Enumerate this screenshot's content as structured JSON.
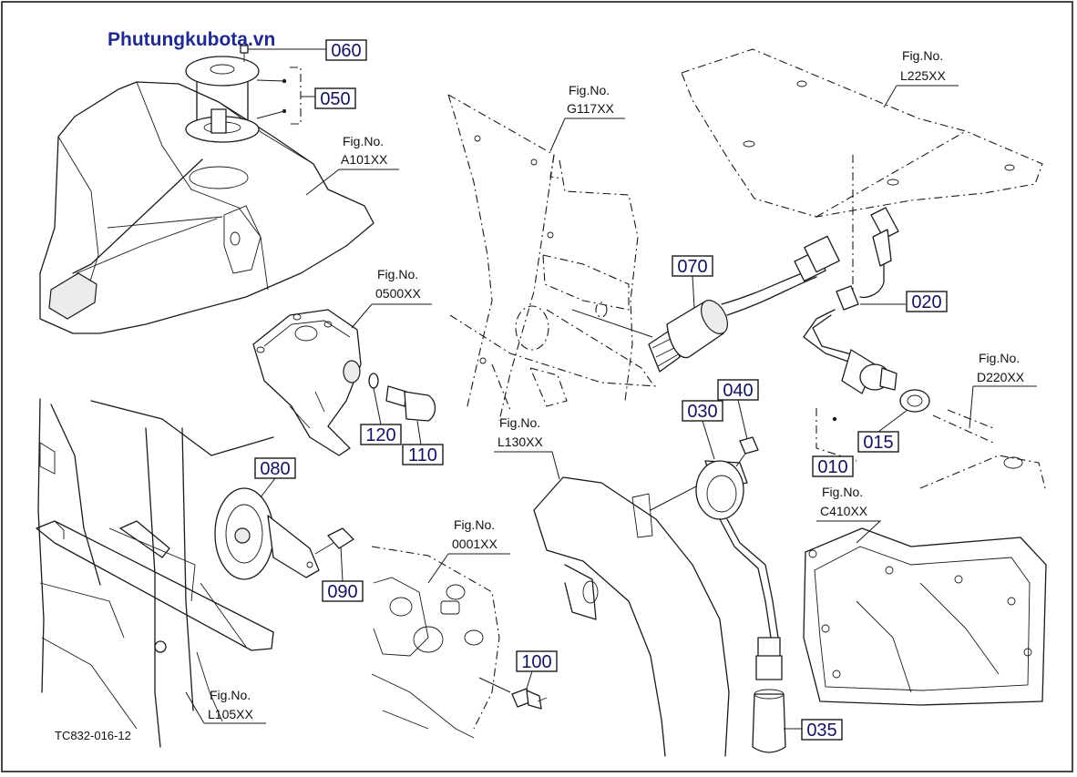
{
  "watermark": "Phutungkubota.vn",
  "drawing_code": "TC832-016-12",
  "callouts": [
    {
      "id": "060",
      "label": "060"
    },
    {
      "id": "050",
      "label": "050"
    },
    {
      "id": "070",
      "label": "070"
    },
    {
      "id": "020",
      "label": "020"
    },
    {
      "id": "120",
      "label": "120"
    },
    {
      "id": "110",
      "label": "110"
    },
    {
      "id": "040",
      "label": "040"
    },
    {
      "id": "030",
      "label": "030"
    },
    {
      "id": "015",
      "label": "015"
    },
    {
      "id": "010",
      "label": "010"
    },
    {
      "id": "080",
      "label": "080"
    },
    {
      "id": "090",
      "label": "090"
    },
    {
      "id": "100",
      "label": "100"
    },
    {
      "id": "035",
      "label": "035"
    }
  ],
  "figure_refs": [
    {
      "id": "a101",
      "title": "Fig.No.",
      "number": "A101XX"
    },
    {
      "id": "g117",
      "title": "Fig.No.",
      "number": "G117XX"
    },
    {
      "id": "l225",
      "title": "Fig.No.",
      "number": "L225XX"
    },
    {
      "id": "o500",
      "title": "Fig.No.",
      "number": "0500XX"
    },
    {
      "id": "d220",
      "title": "Fig.No.",
      "number": "D220XX"
    },
    {
      "id": "l130",
      "title": "Fig.No.",
      "number": "L130XX"
    },
    {
      "id": "c410",
      "title": "Fig.No.",
      "number": "C410XX"
    },
    {
      "id": "o001",
      "title": "Fig.No.",
      "number": "0001XX"
    },
    {
      "id": "l105",
      "title": "Fig.No.",
      "number": "L105XX"
    }
  ]
}
